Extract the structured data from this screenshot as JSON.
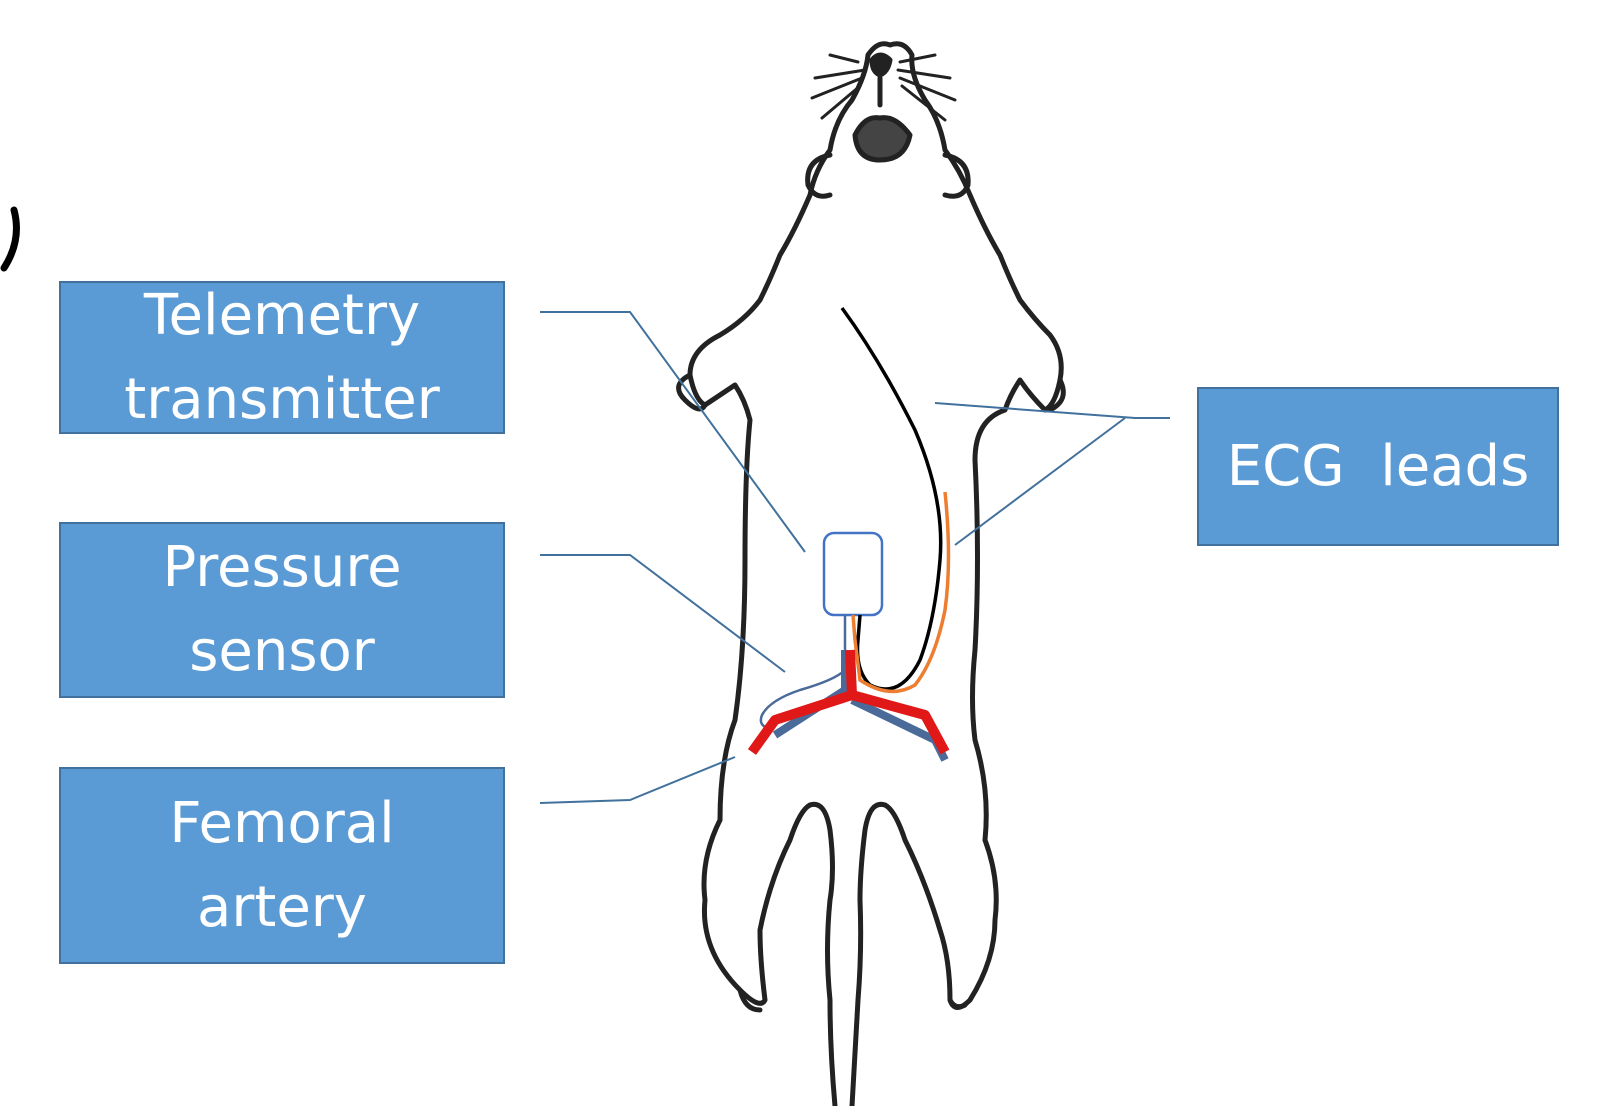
{
  "labels": {
    "telemetry": {
      "line1": "Telemetry",
      "line2": "transmitter"
    },
    "pressure": {
      "line1": "Pressure",
      "line2": "sensor"
    },
    "femoral": {
      "line1": "Femoral",
      "line2": "artery"
    },
    "ecg": {
      "line1": "ECG  leads"
    }
  },
  "colors": {
    "box_fill": "#5b9bd5",
    "box_border": "#41719c",
    "leader_line": "#41719c",
    "artery": "#e01818",
    "vein": "#4a6a9a",
    "ecg_lead_black": "#000000",
    "ecg_lead_orange": "#ed7d31",
    "transmitter_outline": "#4472c4"
  }
}
